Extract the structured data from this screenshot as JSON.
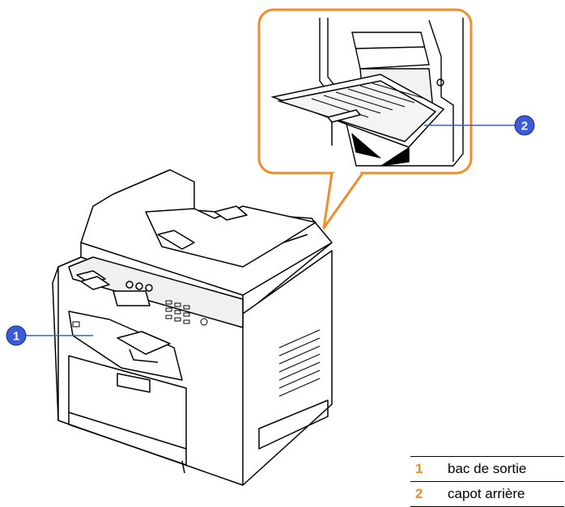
{
  "colors": {
    "accent_orange": "#f28c28",
    "callout_blue": "#3b5bdb",
    "outline": "#000000"
  },
  "callouts": [
    {
      "number": "1",
      "label": "bac de sortie"
    },
    {
      "number": "2",
      "label": "capot arrière"
    }
  ],
  "icons": [
    "printer-illustration",
    "rear-cover-detail",
    "callout-marker"
  ]
}
